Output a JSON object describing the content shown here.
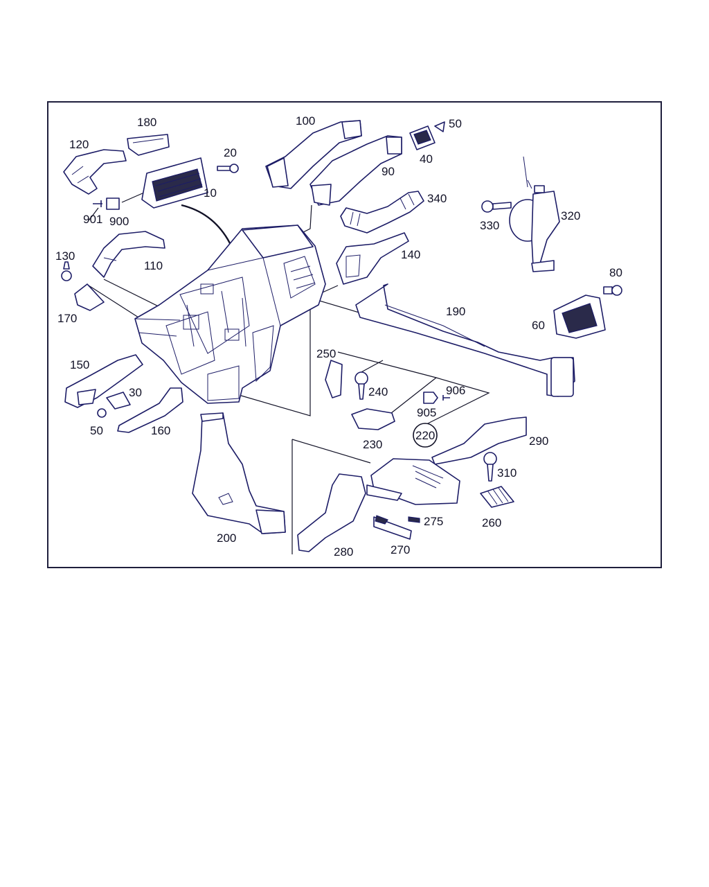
{
  "diagram": {
    "labels": {
      "l10": "10",
      "l20": "20",
      "l30": "30",
      "l40": "40",
      "l50a": "50",
      "l50b": "50",
      "l60": "60",
      "l80": "80",
      "l90": "90",
      "l100": "100",
      "l110": "110",
      "l120": "120",
      "l130": "130",
      "l140": "140",
      "l150": "150",
      "l160": "160",
      "l170": "170",
      "l180": "180",
      "l190": "190",
      "l200": "200",
      "l220": "220",
      "l230": "230",
      "l240": "240",
      "l250": "250",
      "l260": "260",
      "l270": "270",
      "l275": "275",
      "l280": "280",
      "l290": "290",
      "l310": "310",
      "l320": "320",
      "l330": "330",
      "l340": "340",
      "l900": "900",
      "l901": "901",
      "l905": "905",
      "l906": "906"
    },
    "colors": {
      "ink": "#1c1c66",
      "text": "#111126",
      "frame": "#1e1e3c"
    }
  }
}
